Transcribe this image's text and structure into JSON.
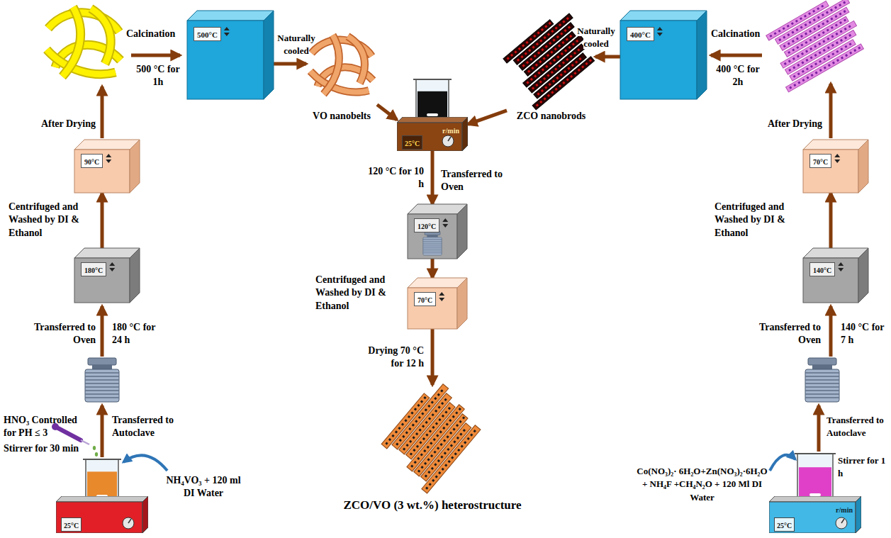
{
  "diagram": {
    "nodes": [
      {
        "text": [
          "500°C"
        ]
      },
      {
        "text": [
          "VO nanobelts"
        ]
      },
      {
        "text": [
          "ZCO nanobrods"
        ]
      },
      {
        "text": [
          "400°C"
        ]
      },
      {
        "text": [
          "90°C"
        ]
      },
      {
        "text": [
          "70°C"
        ]
      },
      {
        "text": [
          "25°C",
          "r/min"
        ]
      },
      {
        "text": [
          "180°C"
        ]
      },
      {
        "text": [
          "140°C"
        ]
      },
      {
        "text": [
          "120°C"
        ]
      },
      {
        "text": [
          "70°C"
        ]
      },
      {
        "text": [
          "ZCO/VO (3 wt.%) heterostructure"
        ]
      },
      {
        "text": [
          "25°C"
        ]
      },
      {
        "text": [
          "25°C",
          "r/min"
        ]
      }
    ],
    "edges": [
      {
        "from": 0,
        "to": 1,
        "arrow": "to"
      },
      {
        "from": 3,
        "to": 2,
        "arrow": "to"
      },
      {
        "from": 1,
        "to": 6,
        "arrow": "to"
      },
      {
        "from": 2,
        "to": 6,
        "arrow": "to"
      },
      {
        "from": 7,
        "to": 4,
        "arrow": "to"
      },
      {
        "from": 8,
        "to": 5,
        "arrow": "to"
      },
      {
        "from": 6,
        "to": 9,
        "arrow": "to"
      },
      {
        "from": 9,
        "to": 10,
        "arrow": "to"
      },
      {
        "from": 10,
        "to": 11,
        "arrow": "to"
      }
    ],
    "labels": [
      "Calcination",
      "500 °C for 1h",
      "Naturally cooled",
      "Naturally cooled",
      "Calcination",
      "400 °C for 2h",
      "After Drying",
      "After Drying",
      "Centrifuged and Washed by DI & Ethanol",
      "120 °C for 10 h",
      "Transferred to Oven",
      "Centrifuged and Washed by DI & Ethanol",
      "Centrifuged and Washed by DI & Ethanol",
      "Transferred to Oven",
      "180 °C for 24 h",
      "Drying 70 °C for 12 h",
      "Transferred to Oven",
      "140 °C for 7 h",
      "HNO₃ Controlled for PH ≤ 3",
      "Transferred to Autoclave",
      "Transferred to Autoclave",
      "Stirrer for 30 min",
      "Stirrer for 1 h",
      "NH₄VO₃ + 120 ml DI Water",
      "Co(NO₃)₂· 6H₂O+Zn(NO₃)₂·6H₂O + NH₄F +CH₄N₂O + 120 Ml DI Water"
    ]
  }
}
